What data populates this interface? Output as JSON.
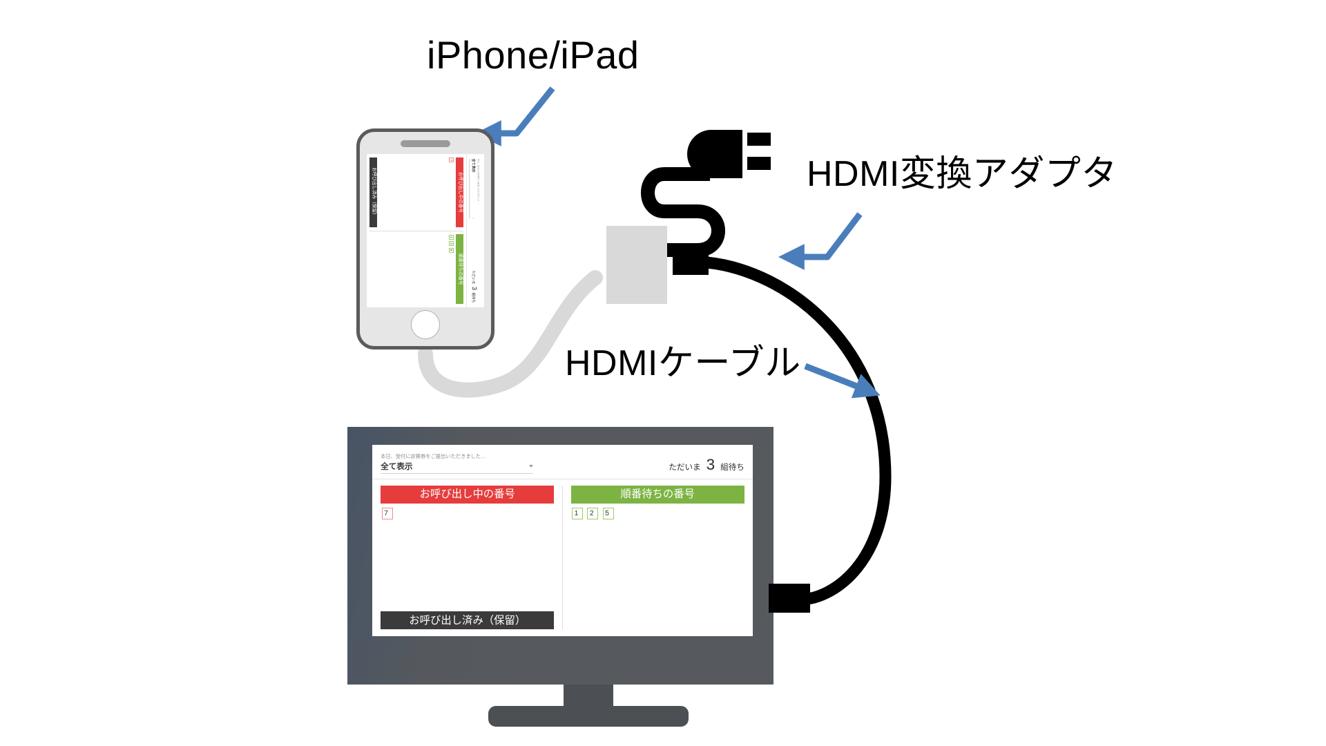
{
  "diagram": {
    "title": "iPhone/iPad to monitor HDMI connection",
    "labels": {
      "device": "iPhone/iPad",
      "adapter": "HDMI変換アダプタ",
      "cable": "HDMIケーブル"
    },
    "colors": {
      "arrow": "#4A7EBB",
      "hdmi_cable": "#000000",
      "lightning_cable": "#d9d9d9",
      "adapter_body": "#d9d9d9",
      "monitor_bezel": "#565a5e",
      "phone_body": "#e6e6e6",
      "phone_frame": "#5b5b5b"
    },
    "icons": {
      "device_arrow": "arrow-left-icon",
      "adapter_arrow": "arrow-left-icon",
      "cable_arrow": "arrow-down-right-icon",
      "plug": "hdmi-plug-icon",
      "home_button": "home-button-icon",
      "speaker": "earpiece-speaker-icon"
    }
  },
  "app": {
    "filter_note": "本日、受付に診察券をご提出いただきました…",
    "filter_value": "全て表示",
    "waiting_prefix": "ただいま",
    "waiting_count": "3",
    "waiting_suffix": "組待ち",
    "calling_heading": "お呼び出し中の番号",
    "calling_tickets": [
      "7"
    ],
    "waiting_heading": "順番待ちの番号",
    "waiting_tickets": [
      "1",
      "2",
      "5"
    ],
    "held_heading": "お呼び出し済み（保留）",
    "held_tickets": []
  }
}
